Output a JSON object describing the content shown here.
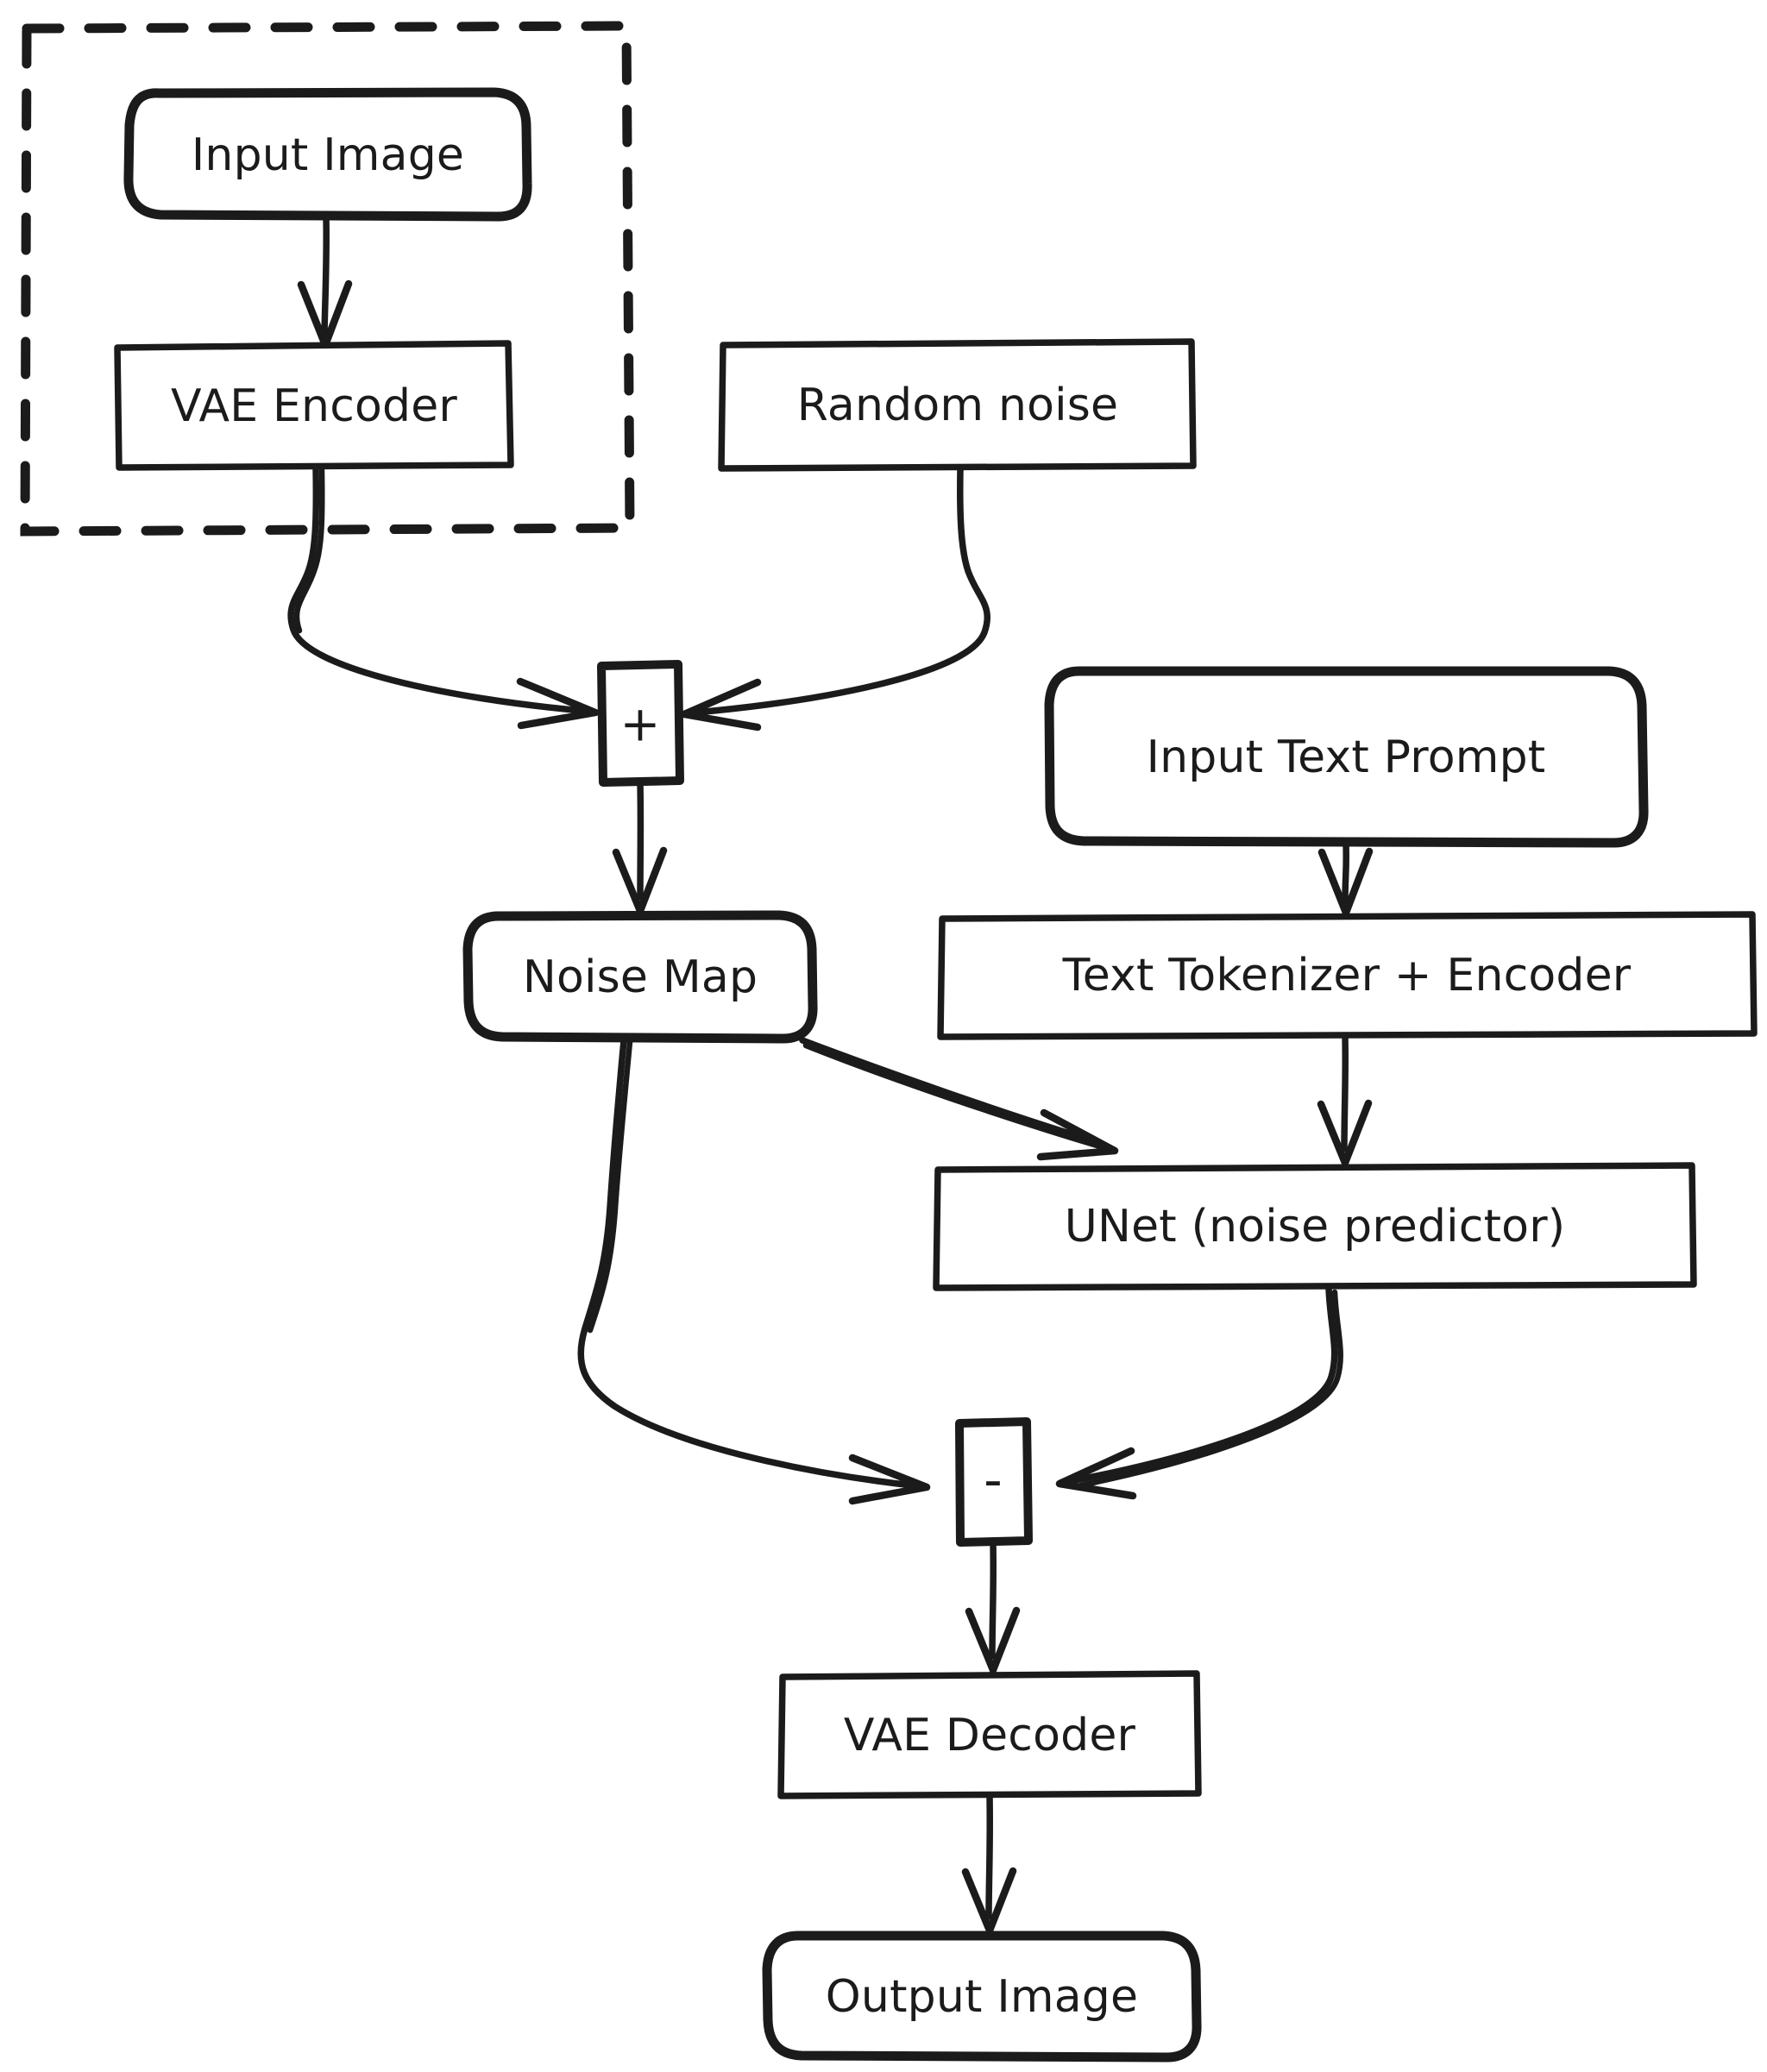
{
  "diagram": {
    "title": "Latent Diffusion Image Generation Pipeline",
    "style": "hand-drawn sketch flowchart",
    "stroke_color": "#1b1b1b",
    "background_color": "#ffffff",
    "groups": [
      {
        "id": "img2img-group",
        "label": "",
        "border": "dashed",
        "contains": [
          "input-image",
          "vae-encoder"
        ]
      }
    ],
    "nodes": [
      {
        "id": "input-image",
        "label": "Input Image",
        "shape": "rounded"
      },
      {
        "id": "vae-encoder",
        "label": "VAE Encoder",
        "shape": "rect"
      },
      {
        "id": "random-noise",
        "label": "Random noise",
        "shape": "rect"
      },
      {
        "id": "add-op",
        "label": "+",
        "shape": "op"
      },
      {
        "id": "noise-map",
        "label": "Noise Map",
        "shape": "rounded"
      },
      {
        "id": "input-prompt",
        "label": "Input Text Prompt",
        "shape": "rounded"
      },
      {
        "id": "text-encoder",
        "label": "Text Tokenizer + Encoder",
        "shape": "rect"
      },
      {
        "id": "unet",
        "label": "UNet (noise predictor)",
        "shape": "rect"
      },
      {
        "id": "sub-op",
        "label": "-",
        "shape": "op"
      },
      {
        "id": "vae-decoder",
        "label": "VAE Decoder",
        "shape": "rect"
      },
      {
        "id": "output-image",
        "label": "Output Image",
        "shape": "rounded"
      }
    ],
    "edges": [
      {
        "id": "e1",
        "from": "input-image",
        "to": "vae-encoder",
        "label": ""
      },
      {
        "id": "e2",
        "from": "vae-encoder",
        "to": "add-op",
        "label": ""
      },
      {
        "id": "e3",
        "from": "random-noise",
        "to": "add-op",
        "label": ""
      },
      {
        "id": "e4",
        "from": "add-op",
        "to": "noise-map",
        "label": ""
      },
      {
        "id": "e5",
        "from": "input-prompt",
        "to": "text-encoder",
        "label": ""
      },
      {
        "id": "e6",
        "from": "noise-map",
        "to": "unet",
        "label": ""
      },
      {
        "id": "e7",
        "from": "text-encoder",
        "to": "unet",
        "label": ""
      },
      {
        "id": "e8",
        "from": "noise-map",
        "to": "sub-op",
        "label": ""
      },
      {
        "id": "e9",
        "from": "unet",
        "to": "sub-op",
        "label": ""
      },
      {
        "id": "e10",
        "from": "sub-op",
        "to": "vae-decoder",
        "label": ""
      },
      {
        "id": "e11",
        "from": "vae-decoder",
        "to": "output-image",
        "label": ""
      }
    ]
  }
}
